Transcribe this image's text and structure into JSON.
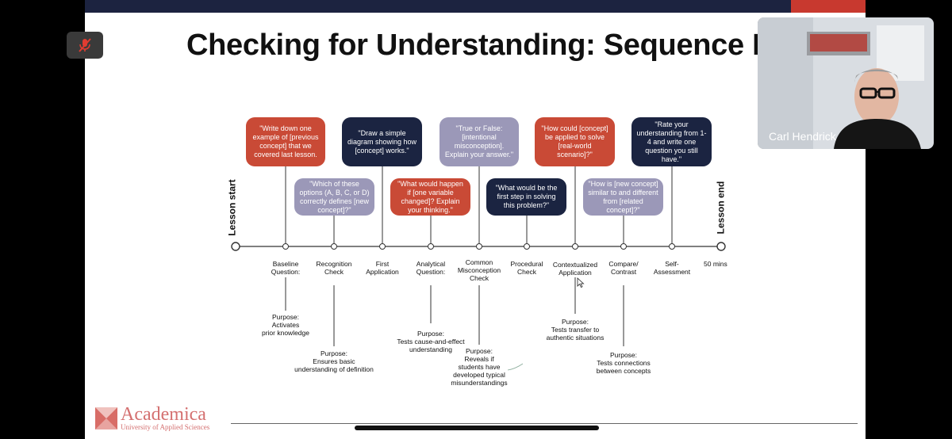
{
  "slide": {
    "title": "Checking for Understanding: Sequence B",
    "lesson_start": "Lesson start",
    "lesson_end": "Lesson end",
    "duration_label": "50 mins"
  },
  "cards": [
    {
      "text": "\"Write down one example of [previous concept] that we covered last lesson.",
      "color": "red"
    },
    {
      "text": "\"Which of these options (A, B, C, or D) correctly defines [new concept]?\"",
      "color": "lavender"
    },
    {
      "text": "\"Draw a simple diagram showing how [concept] works.\"",
      "color": "navy"
    },
    {
      "text": "\"What would happen if [one variable changed]? Explain your thinking.\"",
      "color": "red"
    },
    {
      "text": "\"True or False: [intentional misconception]. Explain your answer.\"",
      "color": "lavender"
    },
    {
      "text": "\"What would be the first step in solving this problem?\"",
      "color": "navy"
    },
    {
      "text": "\"How could [concept] be applied to solve [real-world scenario]?\"",
      "color": "red"
    },
    {
      "text": "\"How is [new concept] similar to and different from [related concept]?\"",
      "color": "lavender"
    },
    {
      "text": "\"Rate your understanding from 1-4 and write one question you still have.\"",
      "color": "navy"
    }
  ],
  "steps": [
    "Baseline\nQuestion:",
    "Recognition\nCheck",
    "First\nApplication",
    "Analytical\nQuestion:",
    "Common\nMisconception\nCheck",
    "Procedural\nCheck",
    "Contextualized\nApplication",
    "Compare/\nContrast",
    "Self-\nAssessment"
  ],
  "purposes": [
    "Purpose:\nActivates\nprior knowledge",
    "Purpose:\nEnsures basic\nunderstanding of definition",
    "Purpose:\nTests cause-and-effect\nunderstanding",
    "Purpose:\nReveals if\nstudents have\ndeveloped typical\nmisunderstandings",
    "Purpose:\nTests transfer to\nauthentic situations",
    "Purpose:\nTests connections\nbetween concepts"
  ],
  "logo": {
    "name": "Academica",
    "subtitle": "University of Applied Sciences"
  },
  "video": {
    "participant_name": "Carl Hendrick"
  },
  "icons": {
    "mute": "microphone-muted-icon"
  },
  "colors": {
    "red": "#c94a36",
    "navy": "#1b2441",
    "lavender": "#9b98b8",
    "brand_dark": "#1c2340",
    "mute_red": "#e03c31"
  }
}
